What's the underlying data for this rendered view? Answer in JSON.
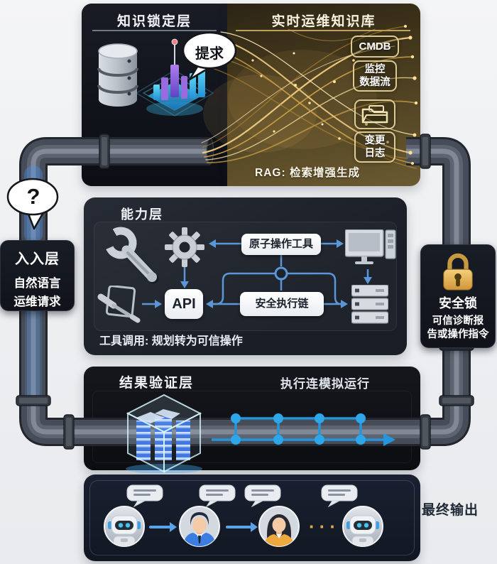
{
  "top": {
    "knowledge_layer": {
      "title": "知识锁定层",
      "request_bubble": "提求"
    },
    "knowledge_base": {
      "title": "实时运维知识库",
      "badge_cmdb": "CMDB",
      "badge_monitor": [
        "监控",
        "数据流"
      ],
      "badge_changelog": [
        "变更",
        "日志"
      ],
      "footer": "RAG: 检索增强生成"
    }
  },
  "left_input": {
    "question": "?",
    "title": "入入层",
    "line1": "自然语言",
    "line2": "运维请求"
  },
  "capability": {
    "title": "能力层",
    "atomic_tools": "原子操作工具",
    "api": "API",
    "secure_chain": "安全执行链",
    "footer": "工具调用: 规划转为可信操作"
  },
  "right_security": {
    "title": "安全锁",
    "line1": "可信诊断报",
    "line2": "告或操作指令"
  },
  "validation": {
    "title": "结果验证层",
    "subtitle": "执行连模拟运行"
  },
  "output": {
    "ellipsis": "···",
    "final_label": "最终输出"
  },
  "colors": {
    "accent_blue": "#5b97d8",
    "timeline_blue": "#2da6ea",
    "pipe_gray": "#4a505b",
    "gold_fiber": "#e8c06a",
    "badge_gold_border": "#eeda9f",
    "panel_dark": "#13161d"
  }
}
